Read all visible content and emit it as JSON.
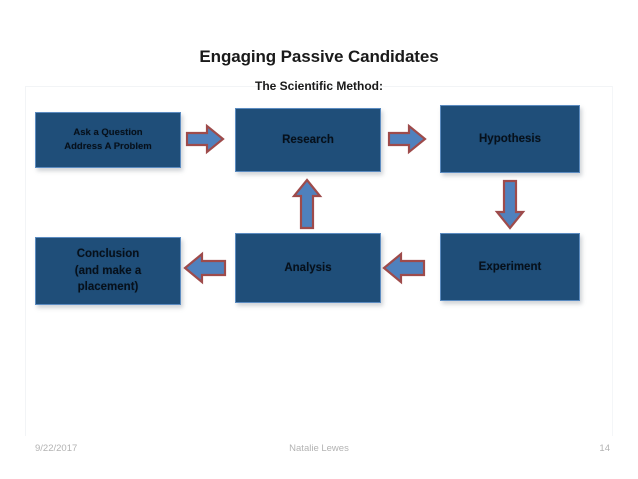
{
  "slide": {
    "title": "Engaging Passive Candidates",
    "subtitle": "The Scientific Method:",
    "accent_box_fill": "#1f4e79",
    "accent_box_border": "#5b8bc0",
    "arrow_fill": "#4f81bd",
    "arrow_outline": "#9e4b4b",
    "background": "#ffffff",
    "text_color": "#06101b"
  },
  "diagram": {
    "boxes": [
      {
        "id": "ask",
        "label": "Ask a Question\nAddress A Problem"
      },
      {
        "id": "research",
        "label": "Research"
      },
      {
        "id": "hypothesis",
        "label": "Hypothesis"
      },
      {
        "id": "experiment",
        "label": "Experiment"
      },
      {
        "id": "analysis",
        "label": "Analysis"
      },
      {
        "id": "conclusion",
        "label": "Conclusion\n(and make a\nplacement)"
      }
    ],
    "arrows": [
      {
        "id": "ask-to-research",
        "direction": "right",
        "from": "ask",
        "to": "research"
      },
      {
        "id": "research-to-hypothesis",
        "direction": "right",
        "from": "research",
        "to": "hypothesis"
      },
      {
        "id": "hypothesis-to-experiment",
        "direction": "down",
        "from": "hypothesis",
        "to": "experiment"
      },
      {
        "id": "experiment-to-analysis",
        "direction": "left",
        "from": "experiment",
        "to": "analysis"
      },
      {
        "id": "analysis-to-conclusion",
        "direction": "left",
        "from": "analysis",
        "to": "conclusion"
      },
      {
        "id": "analysis-to-research",
        "direction": "up",
        "from": "analysis",
        "to": "research"
      }
    ]
  },
  "footer": {
    "date": "9/22/2017",
    "author": "Natalie Lewes",
    "page_number": "14"
  }
}
